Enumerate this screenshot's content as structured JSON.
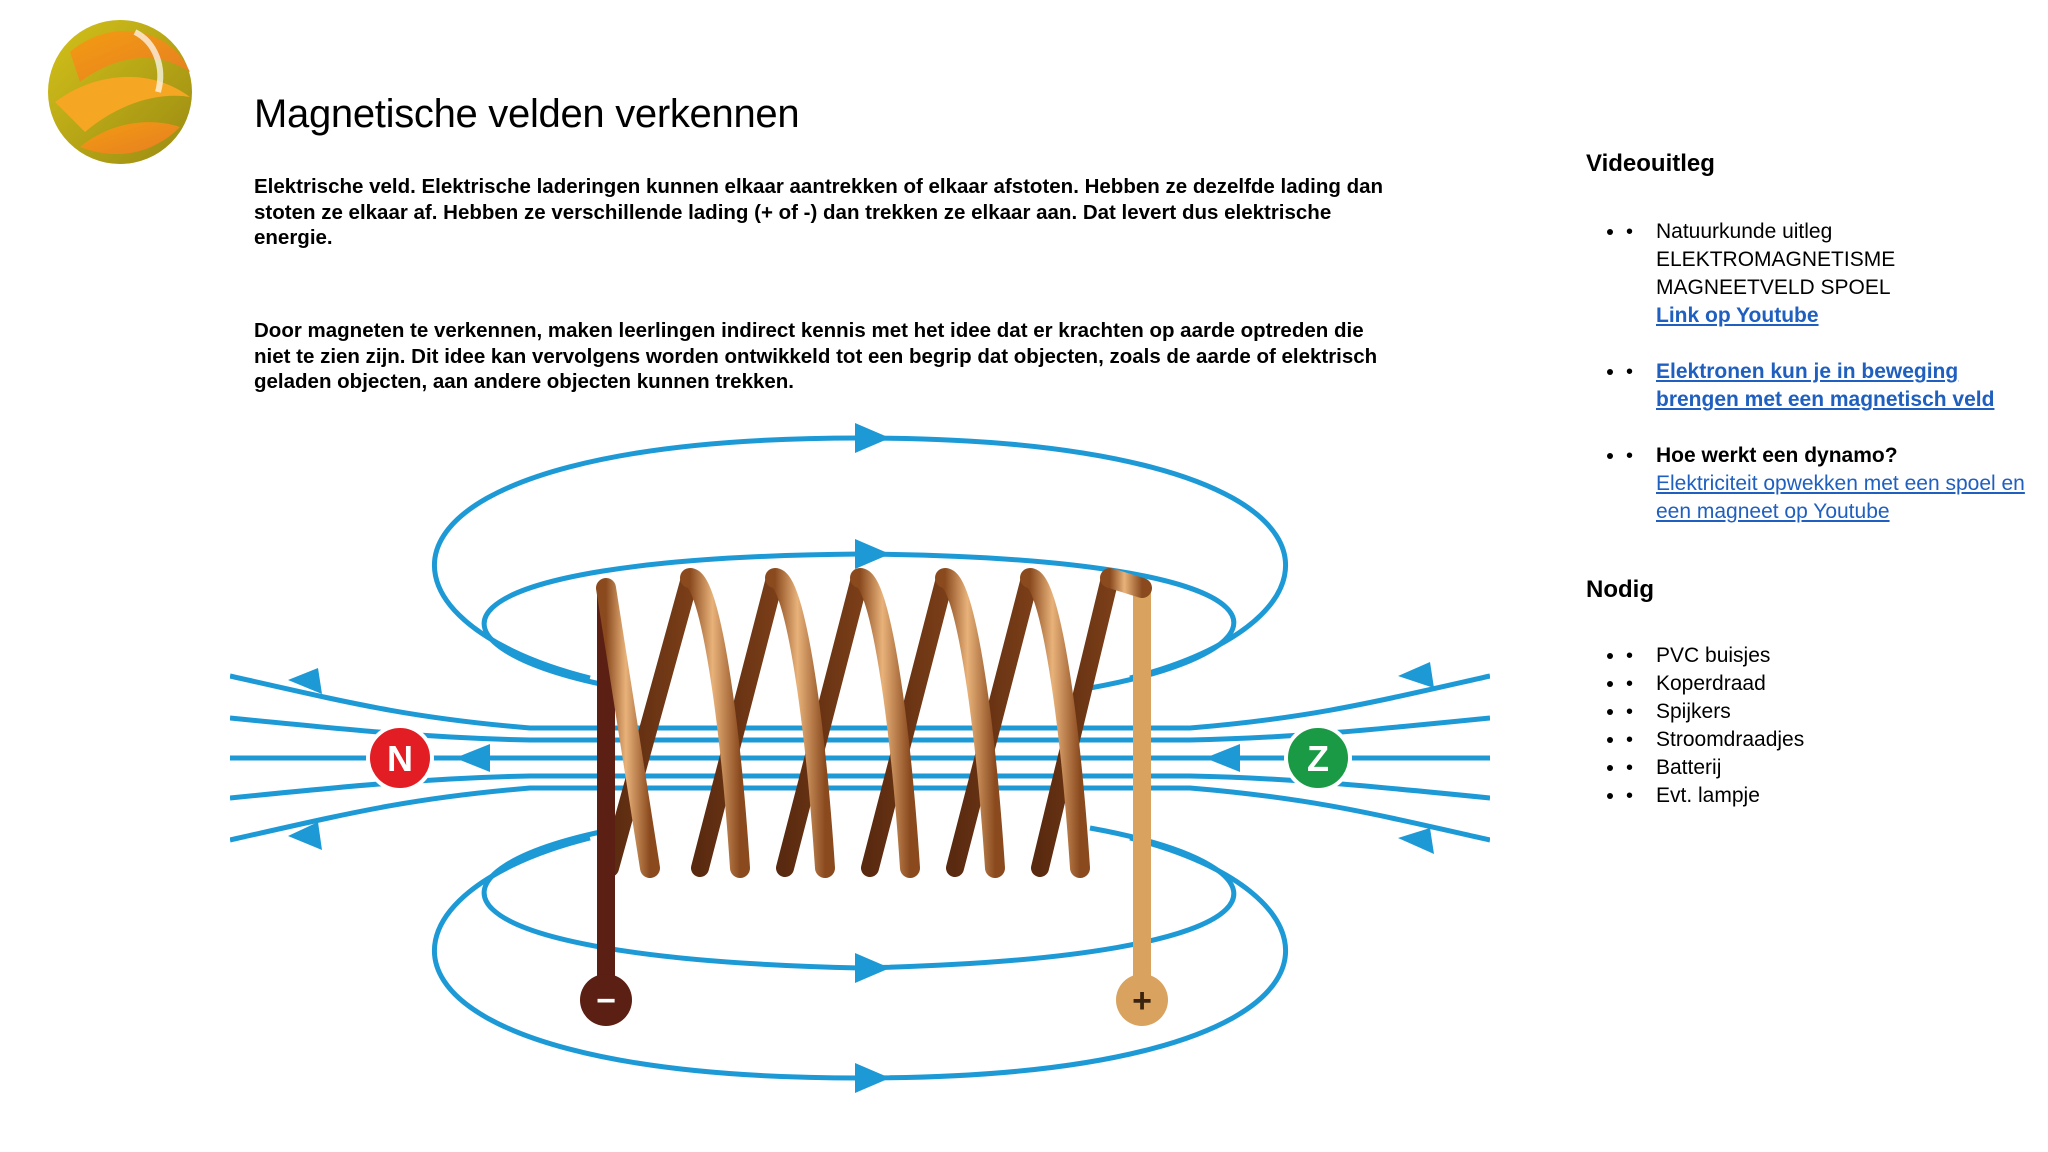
{
  "slide": {
    "title": "Magnetische velden verkennen",
    "paragraph1": "Elektrische veld. Elektrische laderingen kunnen elkaar aantrekken of elkaar afstoten. Hebben ze dezelfde lading dan stoten ze elkaar af. Hebben ze verschillende lading (+ of -) dan trekken ze elkaar aan. Dat levert dus elektrische energie.",
    "paragraph2": "Door magneten te verkennen, maken leerlingen indirect kennis met het idee dat er krachten op aarde optreden die niet te zien zijn. Dit idee kan vervolgens worden ontwikkeld tot een begrip dat objecten, zoals de aarde of elektrisch geladen objecten, aan andere objecten kunnen trekken."
  },
  "diagram": {
    "north_label": "N",
    "south_label": "Z",
    "minus_label": "−",
    "plus_label": "+",
    "colors": {
      "field_lines": "#1d9ad6",
      "coil_copper": "#c8844a",
      "minus_wire": "#5b1f14",
      "plus_wire": "#d9a25e",
      "north_pole": "#e31d24",
      "south_pole": "#1a9a45"
    }
  },
  "sidebar": {
    "video_heading": "Videouitleg",
    "video_items": [
      {
        "line1": "Natuurkunde uitleg",
        "line2": "ELEKTROMAGNETISME",
        "line3": "MAGNEETVELD SPOEL",
        "link": "Link op Youtube"
      },
      {
        "link": "Elektronen kun je in beweging brengen met een magnetisch veld"
      },
      {
        "heading": "Hoe werkt een dynamo?",
        "link": "Elektriciteit opwekken met een spoel en een magneet op Youtube"
      }
    ],
    "need_heading": "Nodig",
    "need_items": [
      "PVC buisjes",
      "Koperdraad",
      "Spijkers",
      "Stroomdraadjes",
      "Batterij",
      "Evt. lampje"
    ]
  }
}
